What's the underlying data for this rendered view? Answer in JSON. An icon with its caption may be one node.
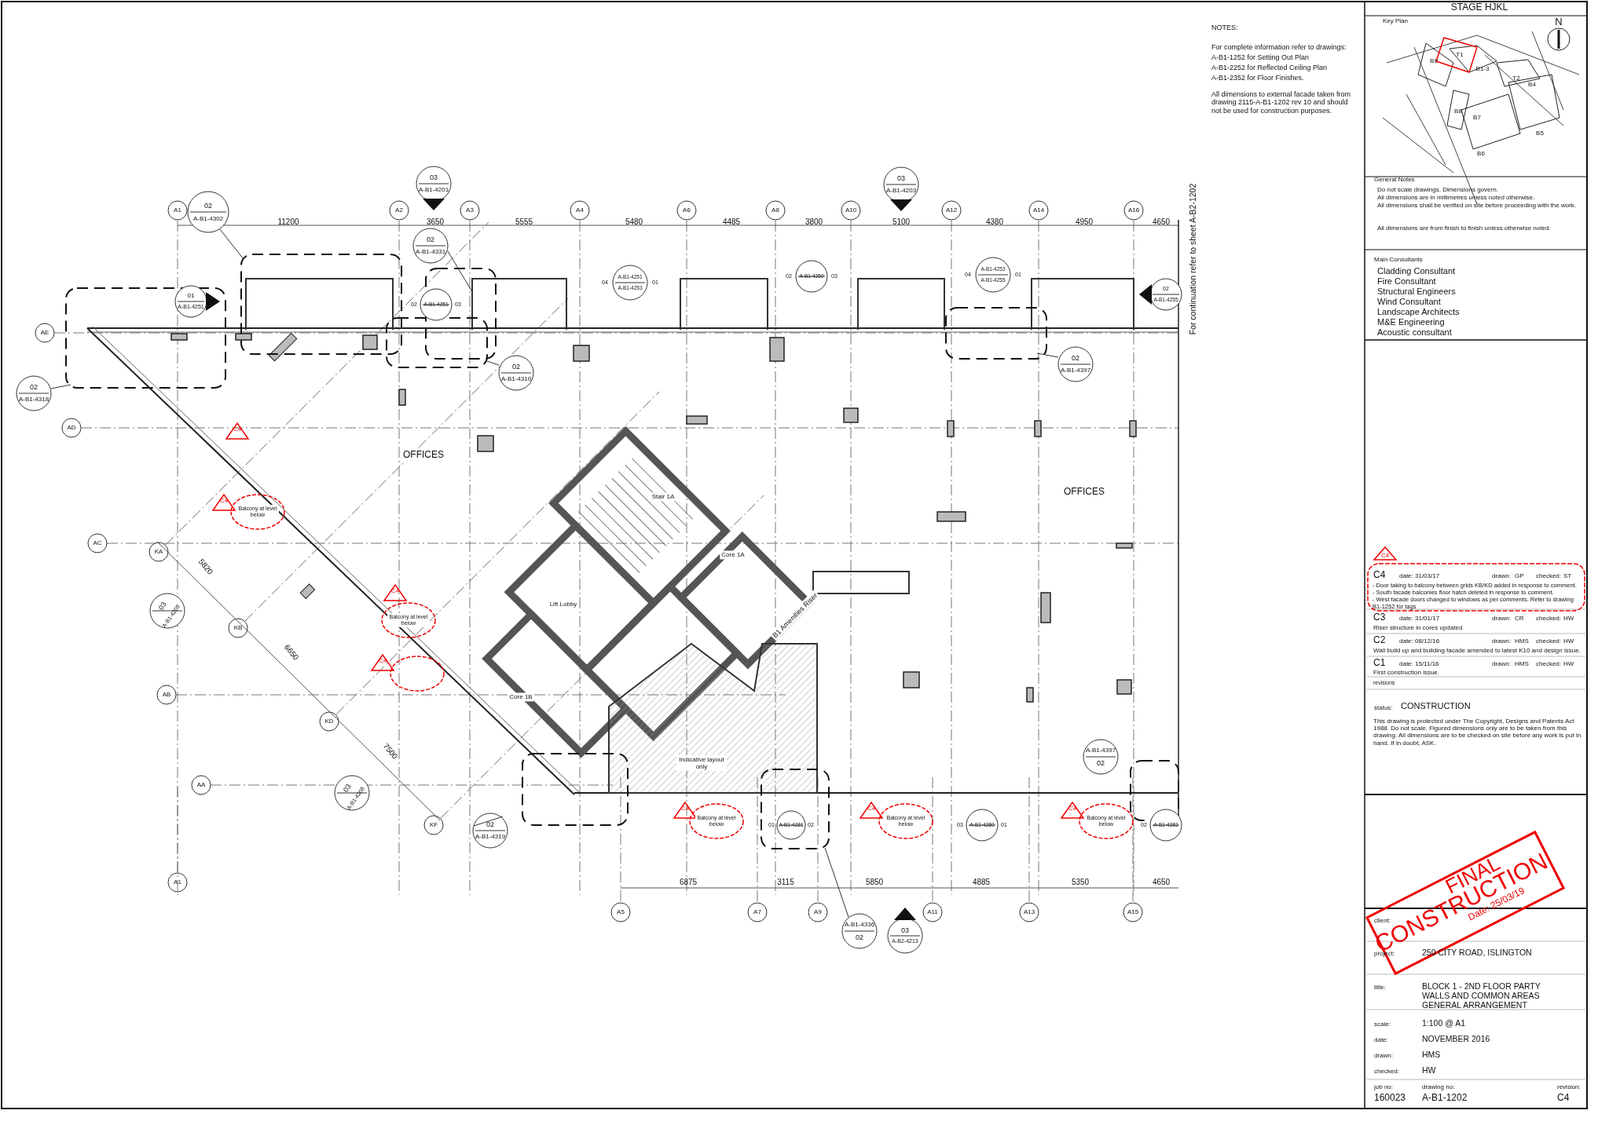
{
  "diagram": {
    "labels": [
      "A1",
      "A2",
      "A3",
      "A4",
      "A6",
      "A8",
      "A10",
      "A12",
      "A14",
      "A16",
      "11200",
      "3650",
      "5555",
      "5480",
      "4485",
      "3800",
      "5100",
      "4380",
      "4950",
      "4650",
      "AE",
      "AD",
      "AC",
      "AB",
      "AA",
      "A1",
      "KA",
      "KB",
      "KD",
      "KF",
      "A5",
      "A7",
      "A9",
      "A11",
      "A13",
      "A15",
      "6875",
      "3115",
      "5850",
      "4885",
      "5350",
      "4650",
      "5820",
      "6650",
      "7500",
      "02",
      "A-B1-4302",
      "03",
      "A-B1-4201",
      "02",
      "A-B1-4331",
      "01",
      "A-B1-4251",
      "02",
      "A-B1-4251",
      "03",
      "04",
      "A-B1-4251",
      "A-B1-4253",
      "01",
      "02",
      "A-B1-4250",
      "03",
      "04",
      "A-B1-4253",
      "A-B1-4255",
      "01",
      "02",
      "A-B1-4255",
      "02",
      "A-B1-4310",
      "02",
      "A-B1-4397",
      "02",
      "A-B1-4318",
      "03",
      "A-B1-4208",
      "03",
      "A-B1-4208",
      "02",
      "A-B1-4319",
      "A-B1-4336",
      "02",
      "03",
      "A-B2-4213",
      "A-B1-4397",
      "02",
      "01",
      "A-B1-4281",
      "02",
      "03",
      "A-B1-4280",
      "01",
      "02",
      "A-B1-4282",
      "C4",
      "C4",
      "C4",
      "C4",
      "C4",
      "C4",
      "C4",
      "Balcony at level below",
      "Balcony at level below",
      "Balcony at level below",
      "Balcony at level below",
      "Balcony at level below",
      "OFFICES",
      "OFFICES",
      "Stair 1A",
      "Core 1A",
      "Lift Lobby",
      "Core 1B",
      "Indicative layout only",
      "B1 Amenities Riser",
      "For continuation refer to sheet A-B2-1202",
      "NOTES:",
      "For complete information refer to drawings:",
      "A-B1-1252 for Setting Out Plan",
      "A-B1-2252 for Reflected Ceiling Plan",
      "A-B1-2352 for Floor Finishes.",
      "All dimensions to external facade taken from drawing 2115-A-B1-1202 rev 10 and should not be used for construction purposes.",
      "STAGE HJKL",
      "Key Plan",
      "N",
      "T1",
      "B9",
      "B1-3",
      "T2",
      "B8",
      "B4",
      "B7",
      "B5",
      "B6",
      "General Notes",
      "Do not scale drawings. Dimensions govern.",
      "All dimensions are in millimetres unless noted otherwise.",
      "All dimensions shall be verified on site before proceeding with the work.",
      "All dimensions are from finish to finish unless otherwise noted.",
      "Main Consultants",
      "Cladding Consultant",
      "Fire Consultant",
      "Structural Engineers",
      "Wind Consultant",
      "Landscape Architects",
      "M&E Engineering",
      "Acoustic consultant",
      "C4",
      "C4",
      "date:",
      "31/03/17",
      "drawn:",
      "GP",
      "checked:",
      "ST",
      "- Door taking to balcony between grids KB/KD added in response to comment.",
      "- South facade balconies floor hatch deleted in response to comment.",
      "- West facade doors changed to windows as per comments. Refer to drawing B1-1252 for tags",
      "C3",
      "date:",
      "31/01/17",
      "drawn:",
      "CR",
      "checked:",
      "HW",
      "Riser structure in cores updated",
      "C2",
      "date:",
      "08/12/16",
      "drawn:",
      "HMS",
      "checked:",
      "HW",
      "Wall build up and building facade amended to latest K10 and design issue.",
      "C1",
      "date:",
      "15/11/16",
      "drawn:",
      "HMS",
      "checked:",
      "HW",
      "First construction issue.",
      "revisions",
      "status:",
      "CONSTRUCTION",
      "This drawing is protected under The Copyright, Designs and Patents Act 1988. Do not scale. Figured dimensions only are to be taken from this drawing. All dimensions are to be checked on site before any work is put in hand. If in doubt, ASK.",
      "FINAL",
      "CONSTRUCTION",
      "Date: 25/03/19",
      "client:",
      "project:",
      "250 CITY ROAD, ISLINGTON",
      "title:",
      "BLOCK 1 - 2ND FLOOR PARTY WALLS AND COMMON AREAS GENERAL ARRANGEMENT",
      "scale:",
      "1:100 @ A1",
      "date:",
      "NOVEMBER 2016",
      "drawn:",
      "HMS",
      "checked:",
      "HW",
      "job no:",
      "160023",
      "drawing no:",
      "A-B1-1202",
      "revision:",
      "C4",
      "03",
      "A-B1-4203"
    ]
  }
}
